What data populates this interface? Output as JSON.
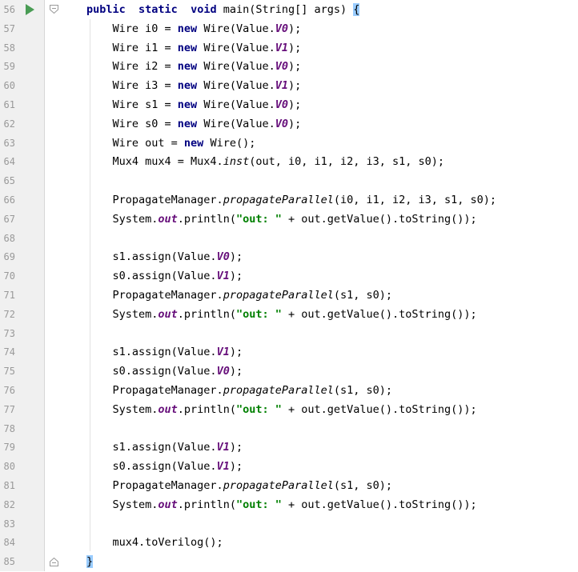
{
  "editor": {
    "lines": [
      {
        "n": "56",
        "t": [
          [
            "kw",
            "public"
          ],
          [
            "",
            "  "
          ],
          [
            "kw",
            "static"
          ],
          [
            "",
            "  "
          ],
          [
            "kw",
            "void"
          ],
          [
            "",
            " main(String[] args) "
          ],
          [
            "brace",
            "{"
          ]
        ]
      },
      {
        "n": "57",
        "t": [
          [
            "",
            "    Wire i0 = "
          ],
          [
            "kw",
            "new"
          ],
          [
            "",
            " Wire(Value."
          ],
          [
            "con",
            "V0"
          ],
          [
            "",
            ");"
          ]
        ]
      },
      {
        "n": "58",
        "t": [
          [
            "",
            "    Wire i1 = "
          ],
          [
            "kw",
            "new"
          ],
          [
            "",
            " Wire(Value."
          ],
          [
            "con",
            "V1"
          ],
          [
            "",
            ");"
          ]
        ]
      },
      {
        "n": "59",
        "t": [
          [
            "",
            "    Wire i2 = "
          ],
          [
            "kw",
            "new"
          ],
          [
            "",
            " Wire(Value."
          ],
          [
            "con",
            "V0"
          ],
          [
            "",
            ");"
          ]
        ]
      },
      {
        "n": "60",
        "t": [
          [
            "",
            "    Wire i3 = "
          ],
          [
            "kw",
            "new"
          ],
          [
            "",
            " Wire(Value."
          ],
          [
            "con",
            "V1"
          ],
          [
            "",
            ");"
          ]
        ]
      },
      {
        "n": "61",
        "t": [
          [
            "",
            "    Wire s1 = "
          ],
          [
            "kw",
            "new"
          ],
          [
            "",
            " Wire(Value."
          ],
          [
            "con",
            "V0"
          ],
          [
            "",
            ");"
          ]
        ]
      },
      {
        "n": "62",
        "t": [
          [
            "",
            "    Wire s0 = "
          ],
          [
            "kw",
            "new"
          ],
          [
            "",
            " Wire(Value."
          ],
          [
            "con",
            "V0"
          ],
          [
            "",
            ");"
          ]
        ]
      },
      {
        "n": "63",
        "t": [
          [
            "",
            "    Wire out = "
          ],
          [
            "kw",
            "new"
          ],
          [
            "",
            " Wire();"
          ]
        ]
      },
      {
        "n": "64",
        "t": [
          [
            "",
            "    Mux4 mux4 = Mux4."
          ],
          [
            "smeth",
            "inst"
          ],
          [
            "",
            "(out, i0, i1, i2, i3, s1, s0);"
          ]
        ]
      },
      {
        "n": "65",
        "t": []
      },
      {
        "n": "66",
        "t": [
          [
            "",
            "    PropagateManager."
          ],
          [
            "smeth",
            "propagateParallel"
          ],
          [
            "",
            "(i0, i1, i2, i3, s1, s0);"
          ]
        ]
      },
      {
        "n": "67",
        "t": [
          [
            "",
            "    System."
          ],
          [
            "sfld",
            "out"
          ],
          [
            "",
            ".println("
          ],
          [
            "str",
            "\"out: \""
          ],
          [
            "",
            " + out.getValue().toString());"
          ]
        ]
      },
      {
        "n": "68",
        "t": []
      },
      {
        "n": "69",
        "t": [
          [
            "",
            "    s1.assign(Value."
          ],
          [
            "con",
            "V0"
          ],
          [
            "",
            ");"
          ]
        ]
      },
      {
        "n": "70",
        "t": [
          [
            "",
            "    s0.assign(Value."
          ],
          [
            "con",
            "V1"
          ],
          [
            "",
            ");"
          ]
        ]
      },
      {
        "n": "71",
        "t": [
          [
            "",
            "    PropagateManager."
          ],
          [
            "smeth",
            "propagateParallel"
          ],
          [
            "",
            "(s1, s0);"
          ]
        ]
      },
      {
        "n": "72",
        "t": [
          [
            "",
            "    System."
          ],
          [
            "sfld",
            "out"
          ],
          [
            "",
            ".println("
          ],
          [
            "str",
            "\"out: \""
          ],
          [
            "",
            " + out.getValue().toString());"
          ]
        ]
      },
      {
        "n": "73",
        "t": []
      },
      {
        "n": "74",
        "t": [
          [
            "",
            "    s1.assign(Value."
          ],
          [
            "con",
            "V1"
          ],
          [
            "",
            ");"
          ]
        ]
      },
      {
        "n": "75",
        "t": [
          [
            "",
            "    s0.assign(Value."
          ],
          [
            "con",
            "V0"
          ],
          [
            "",
            ");"
          ]
        ]
      },
      {
        "n": "76",
        "t": [
          [
            "",
            "    PropagateManager."
          ],
          [
            "smeth",
            "propagateParallel"
          ],
          [
            "",
            "(s1, s0);"
          ]
        ]
      },
      {
        "n": "77",
        "t": [
          [
            "",
            "    System."
          ],
          [
            "sfld",
            "out"
          ],
          [
            "",
            ".println("
          ],
          [
            "str",
            "\"out: \""
          ],
          [
            "",
            " + out.getValue().toString());"
          ]
        ]
      },
      {
        "n": "78",
        "t": []
      },
      {
        "n": "79",
        "t": [
          [
            "",
            "    s1.assign(Value."
          ],
          [
            "con",
            "V1"
          ],
          [
            "",
            ");"
          ]
        ]
      },
      {
        "n": "80",
        "t": [
          [
            "",
            "    s0.assign(Value."
          ],
          [
            "con",
            "V1"
          ],
          [
            "",
            ");"
          ]
        ]
      },
      {
        "n": "81",
        "t": [
          [
            "",
            "    PropagateManager."
          ],
          [
            "smeth",
            "propagateParallel"
          ],
          [
            "",
            "(s1, s0);"
          ]
        ]
      },
      {
        "n": "82",
        "t": [
          [
            "",
            "    System."
          ],
          [
            "sfld",
            "out"
          ],
          [
            "",
            ".println("
          ],
          [
            "str",
            "\"out: \""
          ],
          [
            "",
            " + out.getValue().toString());"
          ]
        ]
      },
      {
        "n": "83",
        "t": []
      },
      {
        "n": "84",
        "t": [
          [
            "",
            "    mux4.toVerilog();"
          ]
        ]
      },
      {
        "n": "85",
        "t": [
          [
            "brace",
            "}"
          ]
        ]
      }
    ]
  },
  "colors": {
    "keyword": "#000080",
    "constant": "#660e7a",
    "string": "#008000",
    "line_number": "#999999",
    "brace_highlight": "#99ccff",
    "run_icon": "#499c54"
  },
  "icons": {
    "run": "run-gutter-icon",
    "fold_open": "fold-open-icon",
    "fold_close": "fold-close-icon"
  }
}
